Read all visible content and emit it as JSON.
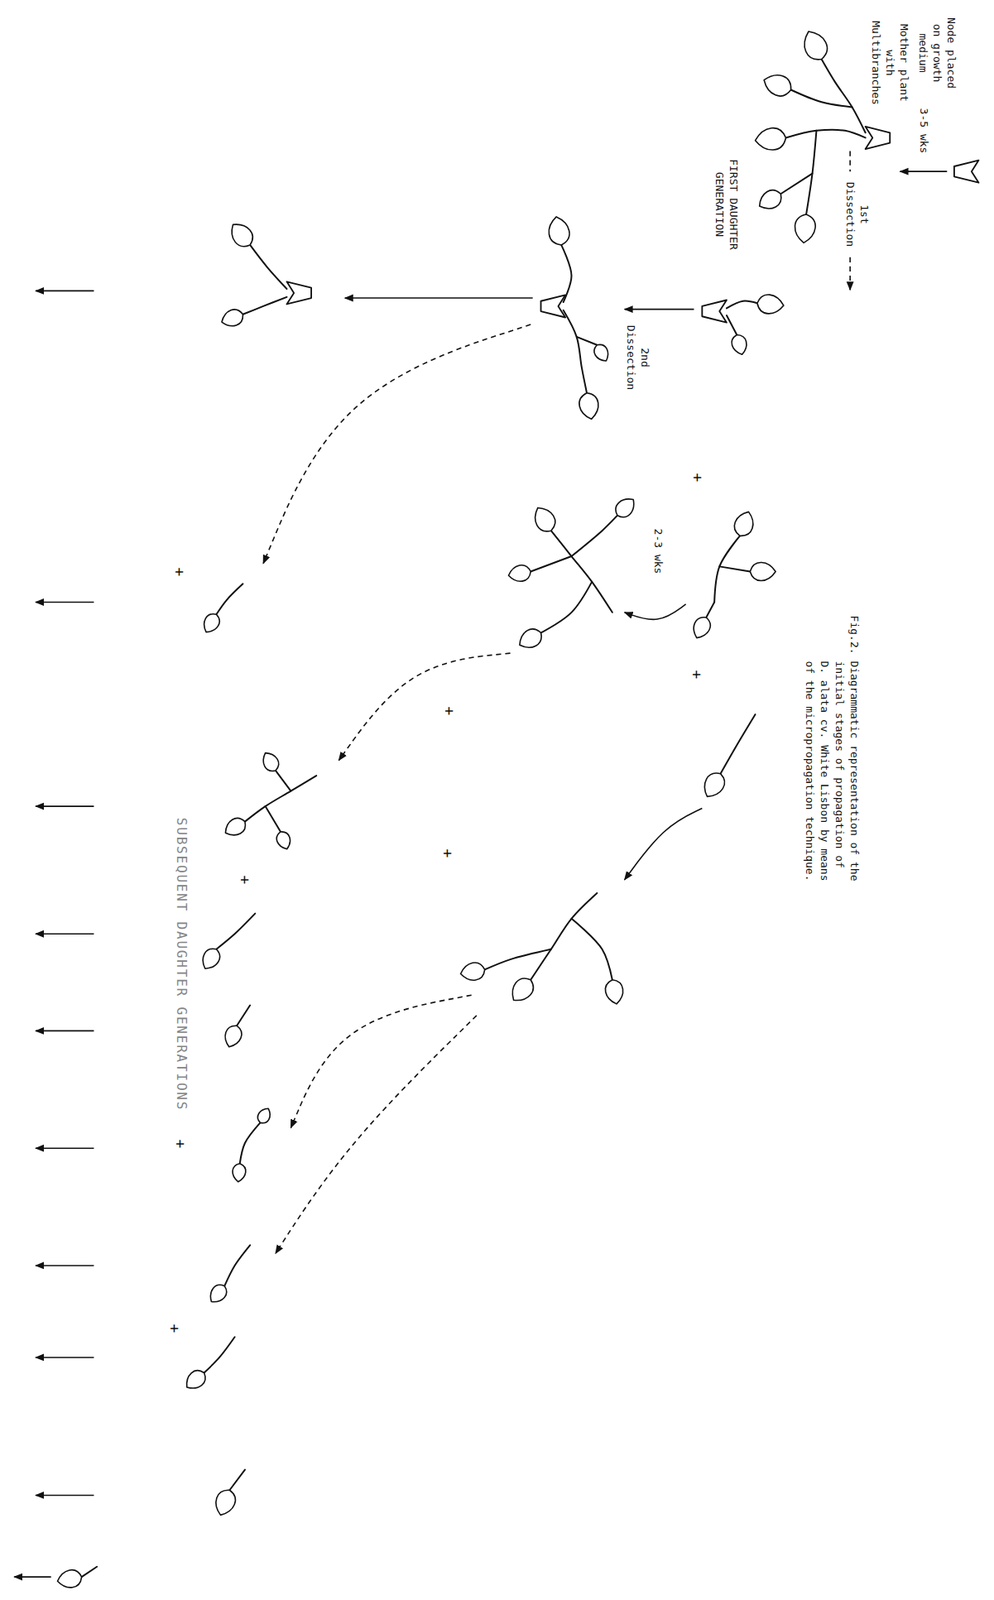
{
  "diagram": {
    "caption": "Fig.2. Diagrammatic representation of the initial stages of propagation of D. alata cv. White Lisbon by means of the micropropagation technique.",
    "labels": [
      "Node placed on growth medium",
      "3-5 wks",
      "Mother plant with Multibranches",
      "1st Dissection",
      "FIRST DAUGHTER GENERATION",
      "2nd Dissection",
      "2-3 wks",
      "+",
      "+",
      "+",
      "+",
      "+",
      "+",
      "+",
      "+",
      "SUBSEQUENT DAUGHTER GENERATIONS"
    ]
  }
}
